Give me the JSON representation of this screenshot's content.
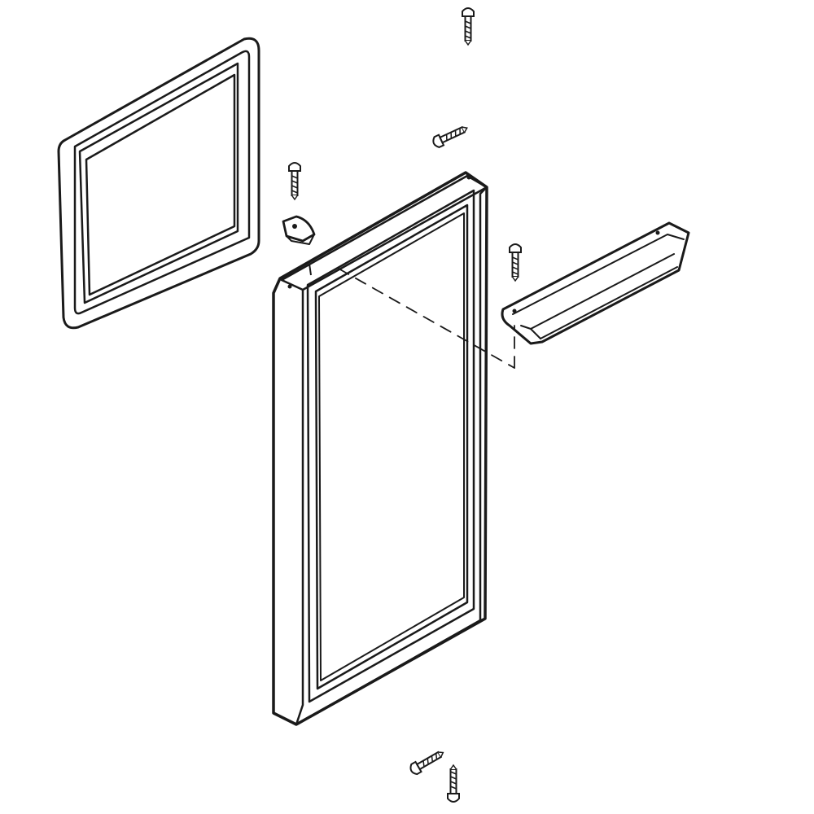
{
  "diagram": {
    "kind": "exploded parts diagram",
    "parts": [
      "freezer-door-gasket",
      "fresh-food-door-gasket",
      "door-handle",
      "hinge-bracket",
      "screw-top",
      "screw-upper-middle",
      "screw-hinge",
      "screw-handle",
      "screw-bottom-left",
      "screw-bottom-right"
    ]
  },
  "colors": {
    "background": "#ffffff",
    "line": "#1a1a1a",
    "fill": "#ffffff"
  }
}
